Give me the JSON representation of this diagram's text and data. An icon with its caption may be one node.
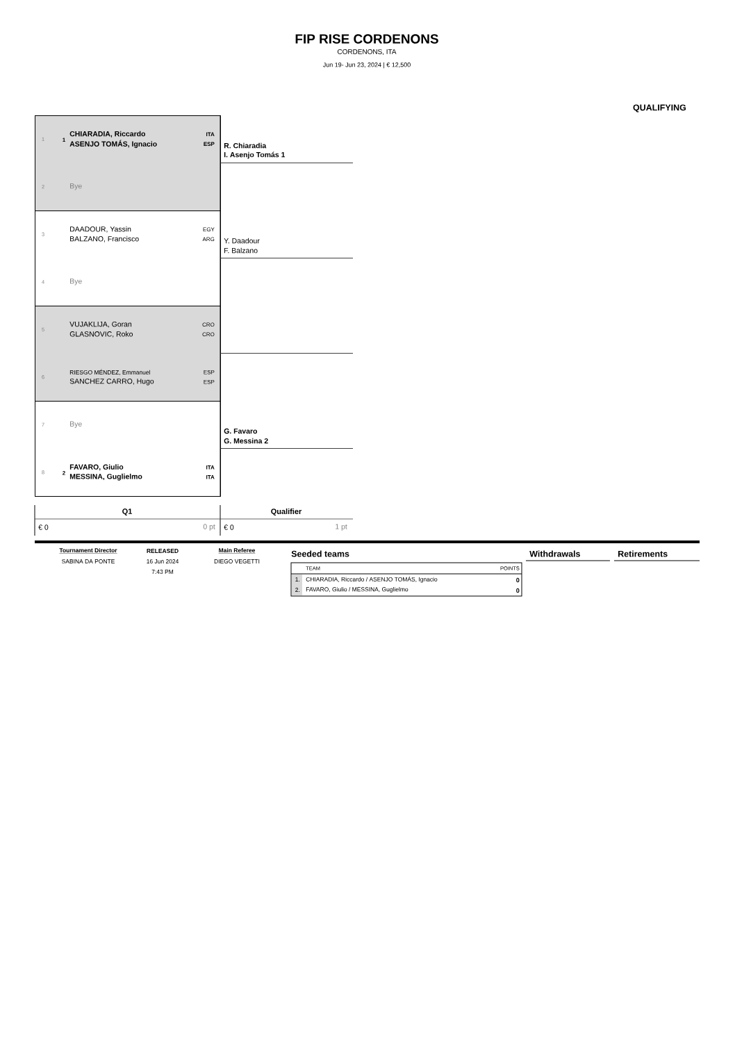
{
  "diagram": {
    "title": "FIP RISE CORDENONS",
    "nodes": [
      {
        "text": [],
        "shape": "box"
      },
      {
        "text": [
          "1",
          "1",
          "CHIARADIA, Riccardo",
          "ASENJO TOMÁS, Ignacio",
          "ITA",
          "ESP"
        ],
        "in": 0
      },
      {
        "text": [
          "2",
          "Bye"
        ],
        "in": 0
      },
      {
        "text": [],
        "shape": "box"
      },
      {
        "text": [
          "3",
          "DAADOUR, Yassin",
          "BALZANO, Francisco",
          "EGY",
          "ARG"
        ],
        "in": 3
      },
      {
        "text": [
          "4",
          "Bye"
        ],
        "in": 3
      },
      {
        "text": [],
        "shape": "box"
      },
      {
        "text": [
          "5",
          "VUJAKLIJA, Goran",
          "GLASNOVIC, Roko",
          "CRO",
          "CRO"
        ],
        "in": 6
      },
      {
        "text": [
          "6",
          "RIESGO MÉNDEZ, Emmanuel",
          "SANCHEZ CARRO, Hugo",
          "ESP",
          "ESP"
        ],
        "in": 6
      },
      {
        "text": [],
        "shape": "box"
      },
      {
        "text": [
          "7",
          "Bye"
        ],
        "in": 9
      },
      {
        "text": [
          "8",
          "2",
          "FAVARO, Giulio",
          "MESSINA, Guglielmo",
          "ITA",
          "ITA"
        ],
        "in": 9
      },
      {
        "text": [
          "R. Chiaradia",
          "I. Asenjo Tomás  1"
        ]
      },
      {
        "text": [
          "Y. Daadour",
          "F. Balzano"
        ]
      },
      {
        "text": [],
        "shape": "bar"
      },
      {
        "text": [
          "G. Favaro",
          "G. Messina  2"
        ]
      }
    ],
    "labels": [
      "CORDENONS, ITA",
      "Jun 19- Jun 23, 2024  |  € 12,500",
      "QUALIFYING",
      "Q1",
      "Qualifier",
      "€ 0",
      "0 pt",
      "€ 0",
      "1 pt",
      "Tournament Director",
      "RELEASED",
      "Main Referee",
      "SABINA DA PONTE",
      "16 Jun 2024",
      "DIEGO VEGETTI",
      "7:43 PM",
      "Seeded teams",
      "Withdrawals",
      "Retirements",
      "TEAM",
      "POINTS",
      "1.",
      "CHIARADIA, Riccardo / ASENJO TOMÁS, Ignacio",
      "0",
      "2.",
      "FAVARO, Giulio / MESSINA, Guglielmo",
      "0"
    ]
  }
}
